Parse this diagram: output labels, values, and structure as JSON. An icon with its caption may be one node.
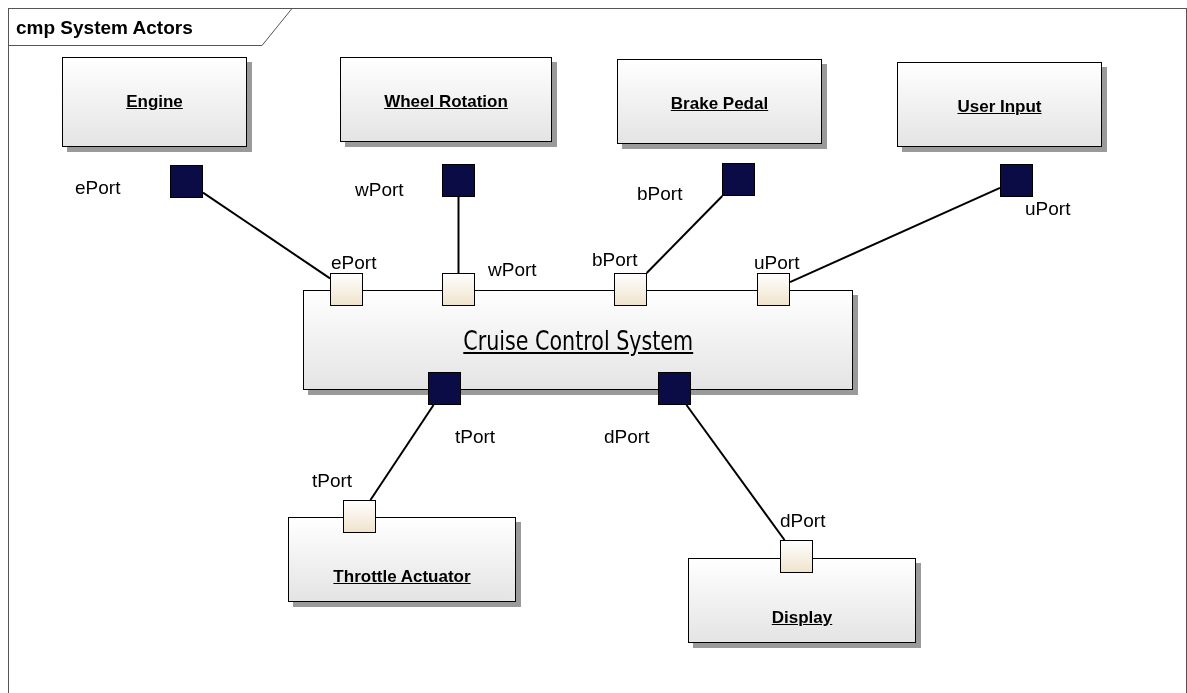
{
  "diagram": {
    "title": "cmp System Actors",
    "nodes": [
      {
        "text": [
          "Engine"
        ]
      },
      {
        "text": [
          "Wheel Rotation"
        ]
      },
      {
        "text": [
          "Brake Pedal"
        ]
      },
      {
        "text": [
          "User Input"
        ]
      },
      {
        "text": [
          "Cruise Control System"
        ]
      },
      {
        "text": [
          "Throttle Actuator"
        ]
      },
      {
        "text": [
          "Display"
        ]
      },
      {
        "text": [],
        "shape": "box",
        "beside": [
          "ePort"
        ]
      },
      {
        "text": [],
        "shape": "box",
        "beside": [
          "wPort"
        ]
      },
      {
        "text": [],
        "shape": "box",
        "beside": [
          "bPort"
        ]
      },
      {
        "text": [],
        "shape": "box",
        "beside": [
          "uPort"
        ]
      },
      {
        "text": [],
        "shape": "box",
        "beside": [
          "ePort"
        ]
      },
      {
        "text": [],
        "shape": "box",
        "beside": [
          "wPort"
        ]
      },
      {
        "text": [],
        "shape": "box",
        "beside": [
          "bPort"
        ]
      },
      {
        "text": [],
        "shape": "box",
        "beside": [
          "uPort"
        ]
      },
      {
        "text": [],
        "shape": "box",
        "beside": [
          "tPort"
        ]
      },
      {
        "text": [],
        "shape": "box",
        "beside": [
          "dPort"
        ]
      },
      {
        "text": [],
        "shape": "box",
        "beside": [
          "tPort"
        ]
      },
      {
        "text": [],
        "shape": "box",
        "beside": [
          "dPort"
        ]
      }
    ],
    "edges": [
      {
        "from": 7,
        "to": 11,
        "arrow": "none"
      },
      {
        "from": 8,
        "to": 12,
        "arrow": "none"
      },
      {
        "from": 9,
        "to": 13,
        "arrow": "none"
      },
      {
        "from": 10,
        "to": 14,
        "arrow": "none"
      },
      {
        "from": 15,
        "to": 17,
        "arrow": "none"
      },
      {
        "from": 16,
        "to": 18,
        "arrow": "none"
      }
    ]
  }
}
